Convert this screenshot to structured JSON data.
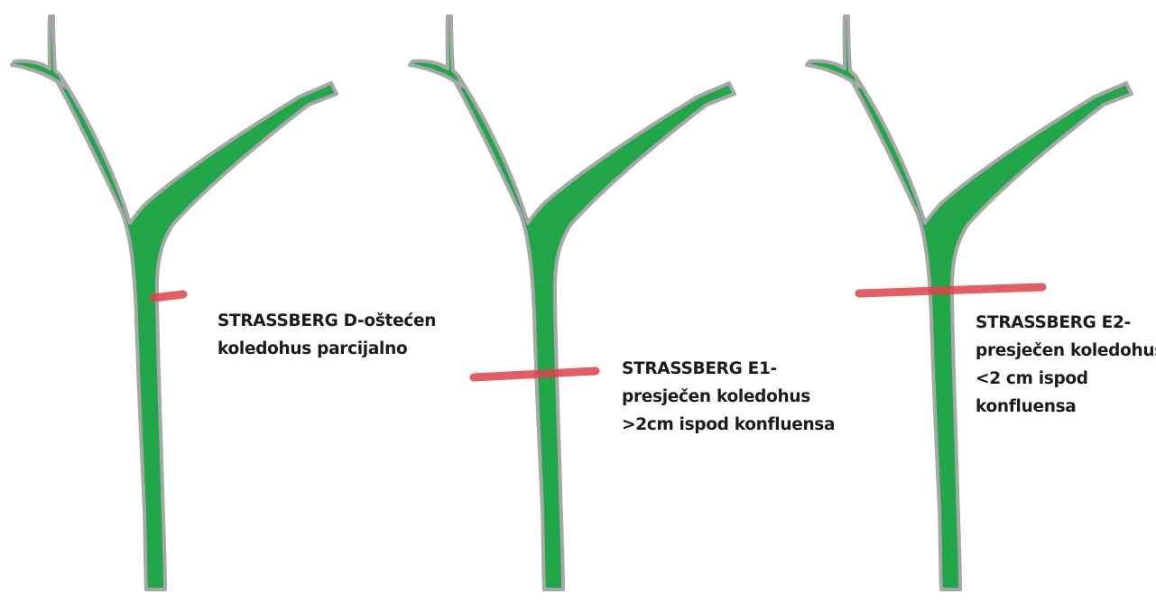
{
  "colors": {
    "duct_fill": "#21a64a",
    "duct_outline": "#a7a7a7",
    "injury_line": "#e0414a",
    "text": "#1b1b1b"
  },
  "panels": [
    {
      "id": "strassberg-d",
      "label_lines": [
        "STRASSBERG D-oštećen",
        "koledohus parcijalno"
      ]
    },
    {
      "id": "strassberg-e1",
      "label_lines": [
        "STRASSBERG E1-",
        "presječen koledohus",
        ">2cm ispod konfluensa"
      ]
    },
    {
      "id": "strassberg-e2",
      "label_lines": [
        "STRASSBERG E2-",
        "presječen koledohus",
        "<2 cm ispod",
        "konfluensa"
      ]
    }
  ]
}
